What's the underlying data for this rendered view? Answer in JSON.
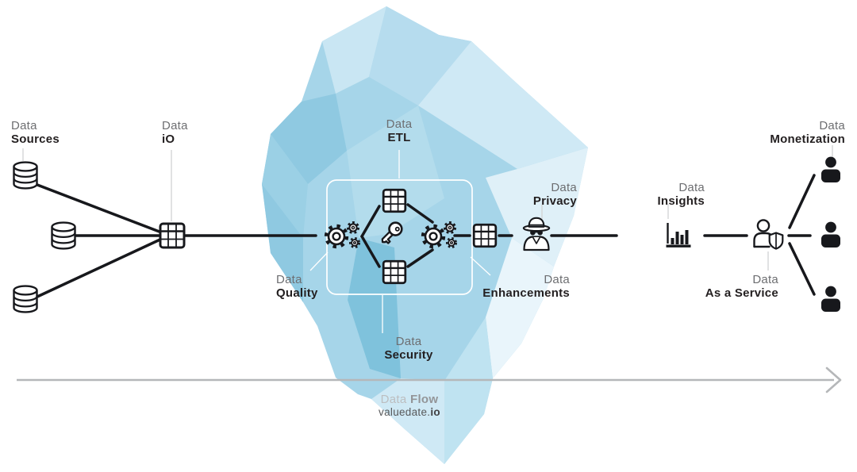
{
  "labels": {
    "sources": {
      "top": "Data",
      "bottom": "Sources"
    },
    "io": {
      "top": "Data",
      "bottom": "iO"
    },
    "etl": {
      "top": "Data",
      "bottom": "ETL"
    },
    "quality": {
      "top": "Data",
      "bottom": "Quality"
    },
    "security": {
      "top": "Data",
      "bottom": "Security"
    },
    "privacy": {
      "top": "Data",
      "bottom": "Privacy"
    },
    "enhancements": {
      "top": "Data",
      "bottom": "Enhancements"
    },
    "insights": {
      "top": "Data",
      "bottom": "Insights"
    },
    "service": {
      "top": "Data",
      "bottom": "As a Service"
    },
    "monetization": {
      "top": "Data",
      "bottom": "Monetization"
    }
  },
  "watermark": {
    "line1_light": "Data",
    "line1_bold": "Flow",
    "line2_regular": "valuedate.",
    "line2_bold": "io"
  },
  "icons": {
    "sources": "database-icon",
    "io": "table-icon",
    "etl_tables": "table-icon",
    "quality": "gears-icon",
    "security": "key-icon",
    "enhancements": "gears-icon",
    "output_table": "table-icon",
    "privacy": "spy-incognito-icon",
    "insights": "bar-chart-icon",
    "service": "person-shield-icon",
    "monetization": "person-icon",
    "flow": "arrow-right-icon"
  },
  "colors": {
    "ice_base": "#a6d5e9",
    "ice_light": "#cde9f5",
    "ice_pale": "#e9f5fb",
    "ice_dark": "#7fc2dc",
    "label_gray": "#6d6e71",
    "label_black": "#231f20",
    "line_black": "#17181c",
    "waterline_gray": "#b5b7b9",
    "connector_gray": "#d1d3d4",
    "connector_white": "#ffffff",
    "watermark_gray": "#939598",
    "watermark_light": "#bcbec0"
  }
}
